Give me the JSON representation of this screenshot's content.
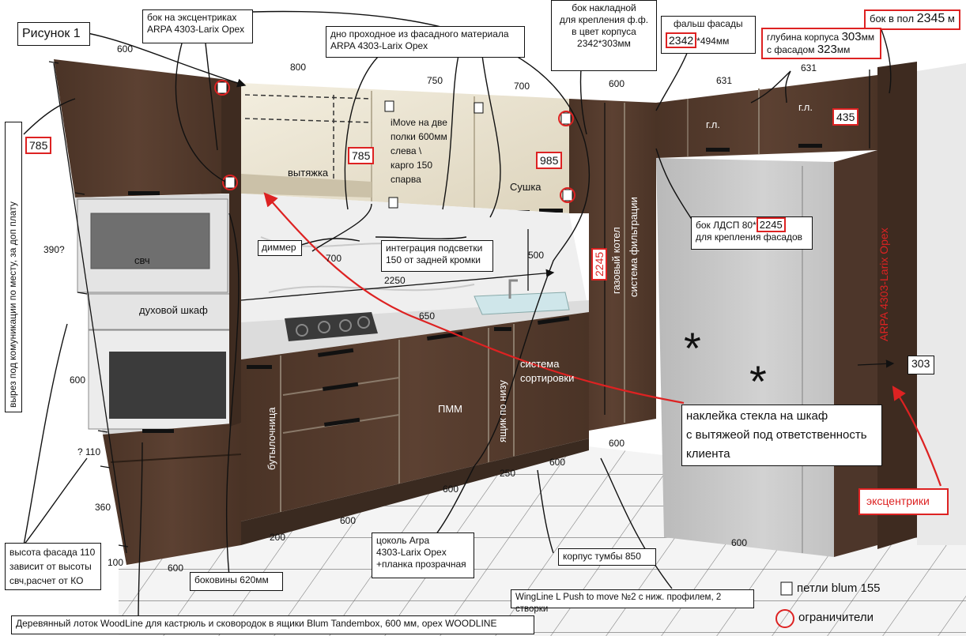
{
  "figure_title": "Рисунок 1",
  "callouts": {
    "side_eccentric": [
      "бок на эксцентриках",
      "ARPA  4303-Larix Opex"
    ],
    "bottom_facade": [
      "дно проходное из фасадного материала",
      "ARPA 4303-Larix Opex"
    ],
    "side_overlay": [
      "бок накладной",
      "для крепления ф.ф.",
      "в цвет корпуса",
      "2342*303мм"
    ],
    "false_facade_title": "фальш фасады",
    "false_facade_value": "2342",
    "false_facade_rest": "*494мм",
    "floor_side_label": "бок в пол",
    "floor_side_value": "2345",
    "floor_side_unit": "м",
    "depth_line1": "глубина корпуса",
    "depth_val1": "303",
    "depth_unit1": "мм",
    "depth_line2": "с фасадом",
    "depth_val2": "323",
    "depth_unit2": "мм",
    "imove": [
      "iMove на две",
      "полки 600мм",
      "слева \\",
      "карго 150",
      "  спарва"
    ],
    "dimmer": "диммер",
    "backlight": [
      "интеграция подсветки",
      "150 от задней кромки"
    ],
    "ldsp_side_value": "2245",
    "ldsp_side_line1": "бок ЛДСП  80*",
    "ldsp_side_line2": "для крепления фасадов",
    "glass_sticker": [
      "наклейка стекла на шкаф",
      "с вытяжеой под ответственность",
      "клиента"
    ],
    "eccentrics": "эксцентрики",
    "plinth": [
      "цоколь Arpa",
      "4303-Larix Opex",
      "+планка прозрачная"
    ],
    "cabinet_body": "корпус тумбы 850",
    "side_panels": "боковины 620мм",
    "wingline": "WingLine L Push to move №2 с ниж. профилем, 2 створки",
    "hinges_legend": "петли blum 155",
    "limiters_legend": "ограничители",
    "woodline": "Деревянный лоток WoodLine для кастрюль и сковородок в ящики Blum Tandembox, 600 мм, opex WOODLINE",
    "facade_height": [
      "высота фасада 110",
      "зависит от высоты",
      "свч,расчет от КО"
    ],
    "cutout_vertical": "вырез под комуникации по месту, за доп плату",
    "arpa_vertical": "ARPA 4303-Larix Opex",
    "gas_boiler_vertical": "газовый котел",
    "filter_vertical": "система фильтрации",
    "bottle_vertical": "бутылочница",
    "bottom_drawer_vertical": "ящик по низу"
  },
  "appliance_labels": {
    "hood": "вытяжка",
    "microwave": "свч",
    "oven": "духовой шкаф",
    "dryer": "Сушка",
    "dishwasher": "ПММ",
    "sorting": [
      "система",
      "сортировки"
    ],
    "upper_left": "г.л.",
    "upper_right": "г.л."
  },
  "red_values": {
    "left_785": "785",
    "mid_785": "785",
    "mid_985": "985",
    "right_435": "435",
    "right_303": "303",
    "vertical_2245": "2245"
  },
  "dimensions": {
    "d600_top": "600",
    "d800": "800",
    "d750": "750",
    "d700_top": "700",
    "d600_right": "600",
    "d631a": "631",
    "d631b": "631",
    "d390": "390?",
    "d700_mid": "700",
    "d500": "500",
    "d2250": "2250",
    "d650": "650",
    "d600_left": "600",
    "d110": "? 110",
    "d360": "360",
    "d100": "100",
    "d600_floor1": "600",
    "d200": "200",
    "d600_floor2": "600",
    "d600_floor3": "600",
    "d250": "250",
    "d600_floor4": "600",
    "d600_floor5": "600",
    "d600_floor6": "600"
  },
  "colors": {
    "wood_dark": "#4a3326",
    "wood_mid": "#5c4132",
    "upper_cream": "#ede6d2",
    "fridge_gray": "#c4c4c4",
    "counter_white": "#eeeeee",
    "annotation_red": "#dd2222"
  }
}
